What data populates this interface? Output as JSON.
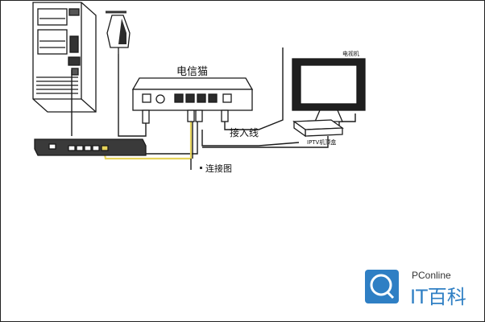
{
  "diagram": {
    "modem_label": "电信猫",
    "tv_label": "电视机",
    "iptv_box_label": "IPTV机顶盒",
    "access_line_label": "接入线",
    "connection_label": "连接图"
  },
  "watermark": {
    "brand": "PConline",
    "name": "IT百科"
  },
  "colors": {
    "line": "#1a1a1a",
    "yellow_cable": "#e6d35a",
    "watermark_blue": "#2f7fc4"
  }
}
